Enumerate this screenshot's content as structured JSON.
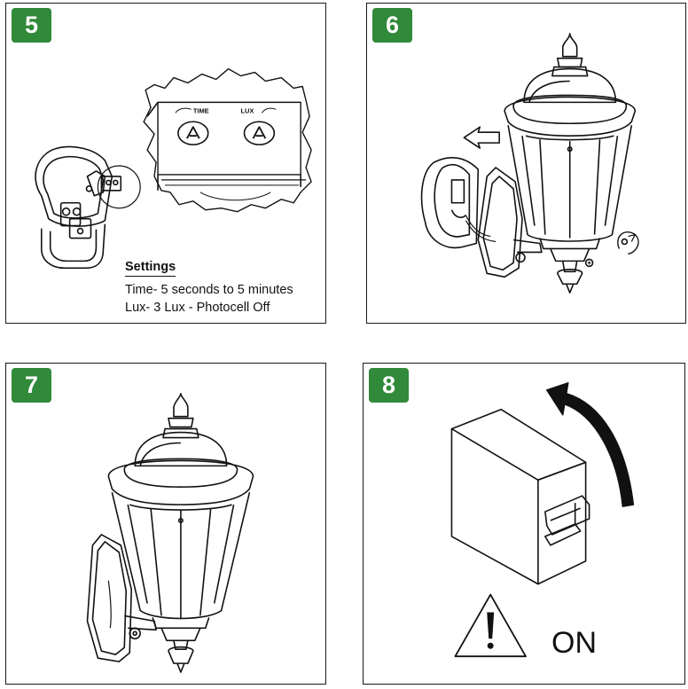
{
  "panels": [
    {
      "step": "5"
    },
    {
      "step": "6"
    },
    {
      "step": "7"
    },
    {
      "step": "8"
    }
  ],
  "settings": {
    "title": "Settings",
    "time_line": "Time- 5 seconds to 5 minutes",
    "lux_line": "Lux- 3 Lux - Photocell Off"
  },
  "knobs": {
    "time_label": "TIME",
    "lux_label": "LUX"
  },
  "power": {
    "on_label": "ON"
  },
  "colors": {
    "badge": "#31893a"
  }
}
